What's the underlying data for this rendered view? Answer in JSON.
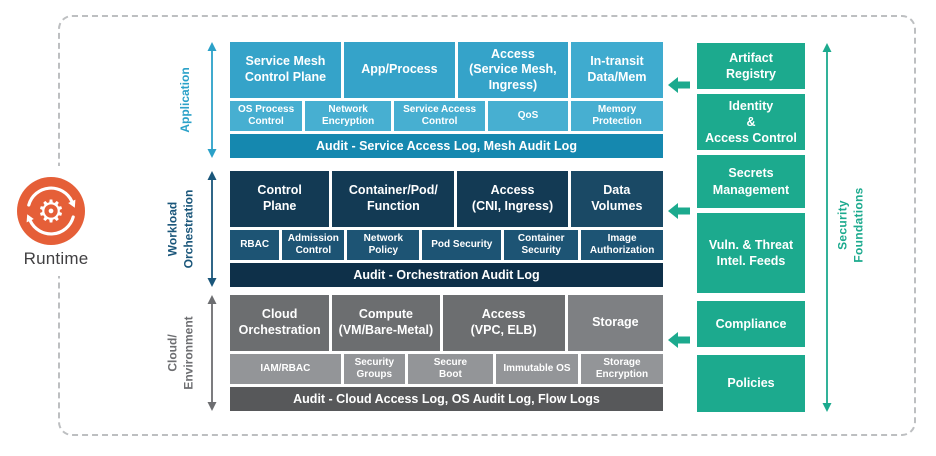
{
  "colors": {
    "app_row1": "#35A3C9",
    "app_col4": "#3FABCF",
    "app_row2": "#47AFD1",
    "app_audit": "#1588AF",
    "app_accent": "#2BA1C8",
    "wl_row1": "#133A54",
    "wl_col4": "#1A4965",
    "wl_row2": "#1D5474",
    "wl_audit": "#0E3049",
    "wl_accent": "#1A567A",
    "cl_row1": "#6C6E70",
    "cl_col4": "#7E8083",
    "cl_row2": "#939598",
    "cl_audit": "#57585A",
    "cl_accent": "#6D6E71",
    "green": "#1CAA8E",
    "runtime_orange": "#E55F38",
    "border_dash": "#BDBFC1",
    "text_dark": "#414042"
  },
  "runtime": {
    "label": "Runtime",
    "icon": "gear-sync-icon"
  },
  "layers": [
    {
      "name": "application",
      "label": "Application",
      "row1": [
        "Service Mesh\nControl Plane",
        "App/Process",
        "Access\n(Service Mesh,\nIngress)",
        "In-transit\nData/Mem"
      ],
      "row2": [
        "OS Process\nControl",
        "Network\nEncryption",
        "Service Access\nControl",
        "QoS",
        "Memory\nProtection"
      ],
      "audit": "Audit - Service Access Log, Mesh Audit Log"
    },
    {
      "name": "workload-orchestration",
      "label": "Workload\nOrchestration",
      "row1": [
        "Control\nPlane",
        "Container/Pod/\nFunction",
        "Access\n(CNI, Ingress)",
        "Data\nVolumes"
      ],
      "row2": [
        "RBAC",
        "Admission\nControl",
        "Network\nPolicy",
        "Pod Security",
        "Container\nSecurity",
        "Image\nAuthorization"
      ],
      "audit": "Audit - Orchestration Audit Log"
    },
    {
      "name": "cloud-environment",
      "label": "Cloud/\nEnvironment",
      "row1": [
        "Cloud\nOrchestration",
        "Compute\n(VM/Bare-Metal)",
        "Access\n(VPC, ELB)",
        "Storage"
      ],
      "row2": [
        "IAM/RBAC",
        "Security\nGroups",
        "Secure\nBoot",
        "Immutable OS",
        "Storage\nEncryption"
      ],
      "audit": "Audit - Cloud Access Log, OS Audit Log, Flow Logs"
    }
  ],
  "foundations": {
    "label": "Security Foundations",
    "boxes": [
      "Artifact\nRegistry",
      "Identity\n&\nAccess Control",
      "Secrets\nManagement",
      "Vuln. & Threat\nIntel. Feeds",
      "Compliance",
      "Policies"
    ]
  }
}
